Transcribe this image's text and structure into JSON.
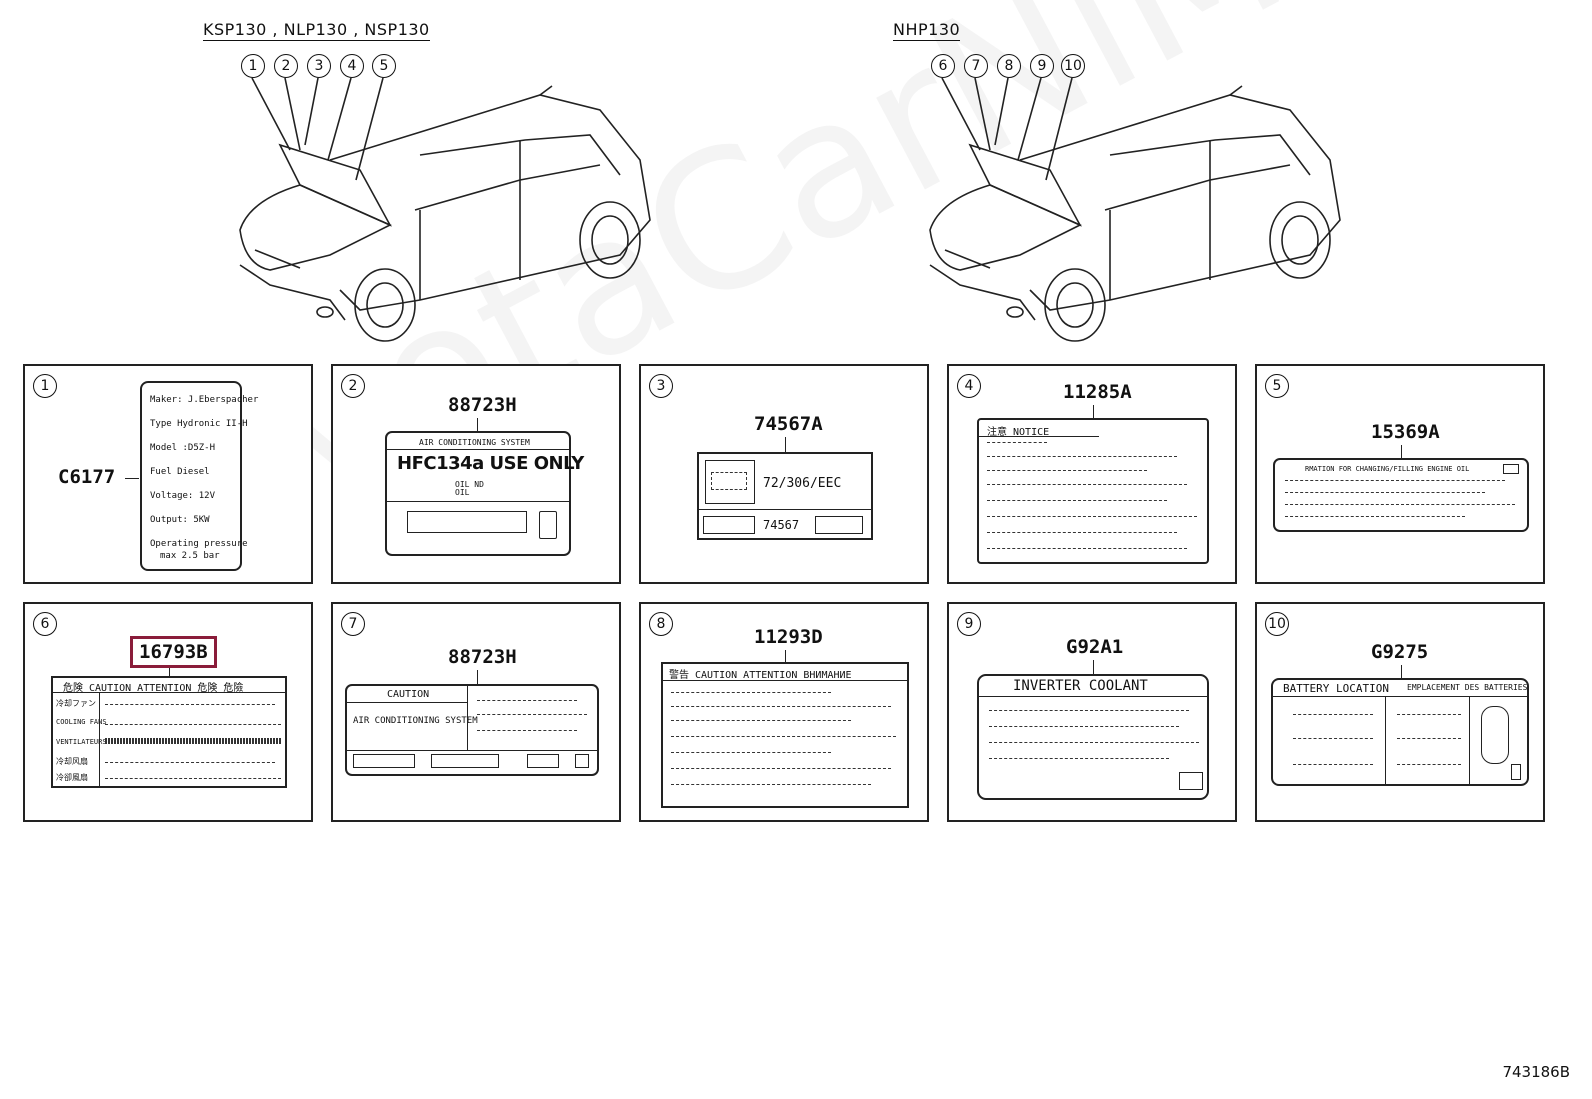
{
  "groups": [
    {
      "label": "KSP130 , NLP130 , NSP130",
      "callouts": [
        "1",
        "2",
        "3",
        "4",
        "5"
      ]
    },
    {
      "label": "NHP130",
      "callouts": [
        "6",
        "7",
        "8",
        "9",
        "10"
      ]
    }
  ],
  "panels": [
    {
      "num": "1",
      "part": "C6177",
      "lines": [
        "Maker: J.Eberspacher",
        "Type  Hydronic II-H",
        "Model :D5Z-H",
        "Fuel  Diesel",
        "Voltage: 12V",
        "Output: 5KW",
        "Operating pressure",
        "max 2.5 bar"
      ]
    },
    {
      "num": "2",
      "part": "88723H",
      "header": "AIR CONDITIONING SYSTEM",
      "big": "HFC134a USE ONLY",
      "sub": "OIL ND OIL"
    },
    {
      "num": "3",
      "part": "74567A",
      "lines": [
        "72/306/EEC",
        "74567"
      ]
    },
    {
      "num": "4",
      "part": "11285A",
      "header": "注意  NOTICE"
    },
    {
      "num": "5",
      "part": "15369A",
      "header": "RMATION FOR CHANGING/FILLING ENGINE OIL"
    },
    {
      "num": "6",
      "part": "16793B",
      "header": "危険  CAUTION  ATTENTION  危険  危險",
      "rows": [
        "冷却ファン",
        "COOLING FANS",
        "VENTILATEURS",
        "冷却风扇",
        "冷卻風扇"
      ]
    },
    {
      "num": "7",
      "part": "88723H",
      "header": "CAUTION",
      "sub": "AIR CONDITIONING SYSTEM"
    },
    {
      "num": "8",
      "part": "11293D",
      "header": "警告  CAUTION  ATTENTION  ВНИМАНИЕ"
    },
    {
      "num": "9",
      "part": "G92A1",
      "header": "INVERTER  COOLANT"
    },
    {
      "num": "10",
      "part": "G9275",
      "header": "BATTERY LOCATION",
      "header2": "EMPLACEMENT DES BATTERIES"
    }
  ],
  "footer": "743186B",
  "watermark": "ToyotaCarNiMeru"
}
